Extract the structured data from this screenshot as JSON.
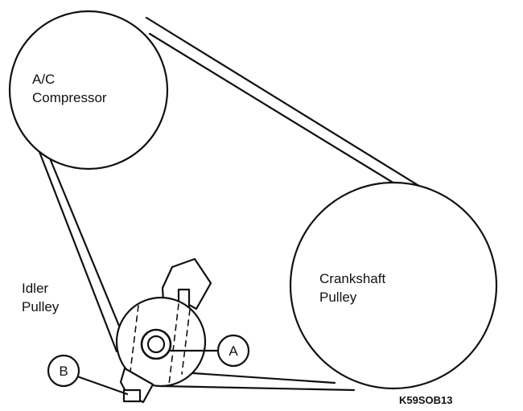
{
  "labels": {
    "ac_compressor_line1": "A/C",
    "ac_compressor_line2": "Compressor",
    "crankshaft_line1": "Crankshaft",
    "crankshaft_line2": "Pulley",
    "idler_line1": "Idler",
    "idler_line2": "Pulley",
    "callout_a": "A",
    "callout_b": "B",
    "figure_code": "K59SOB13"
  },
  "colors": {
    "stroke": "#111111",
    "background": "#ffffff"
  }
}
